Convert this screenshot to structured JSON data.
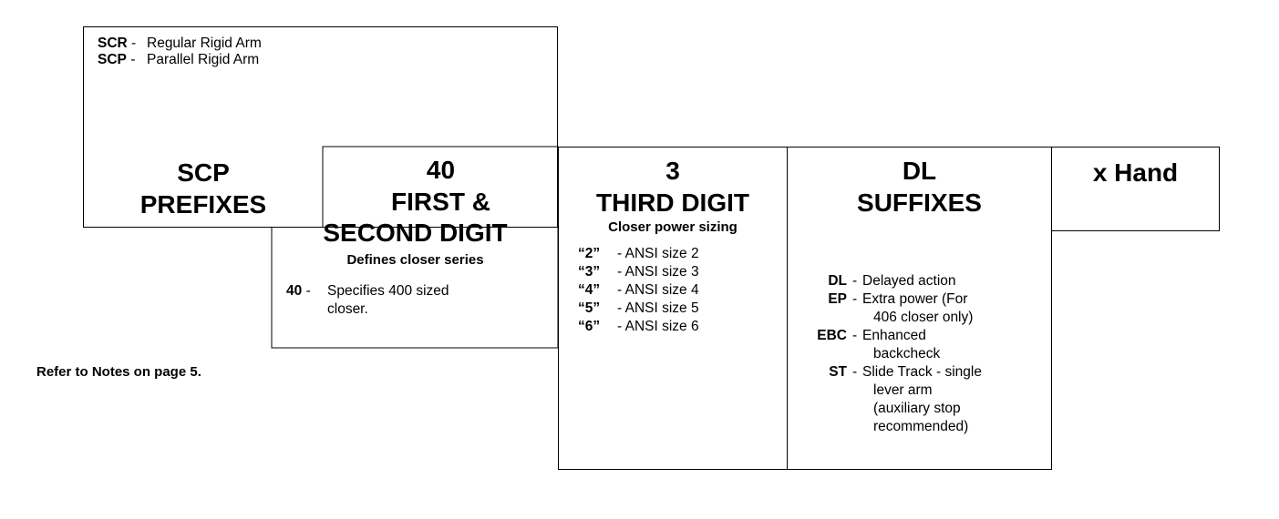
{
  "prefix_box": {
    "items": [
      {
        "code": "SCR",
        "desc": "Regular Rigid Arm"
      },
      {
        "code": "SCP",
        "desc": "Parallel Rigid Arm"
      }
    ],
    "value": "SCP",
    "label": "PREFIXES"
  },
  "digits_box": {
    "value": "40",
    "label1": "FIRST &",
    "label2": "SECOND DIGIT",
    "subtitle": "Defines closer series",
    "code": "40",
    "desc1": "Specifies 400 sized",
    "desc2": "closer."
  },
  "third_box": {
    "value": "3",
    "label": "THIRD DIGIT",
    "subtitle": "Closer power sizing",
    "items": [
      {
        "code": "“2”",
        "desc": "ANSI size 2"
      },
      {
        "code": "“3”",
        "desc": "ANSI size 3"
      },
      {
        "code": "“4”",
        "desc": "ANSI size 4"
      },
      {
        "code": "“5”",
        "desc": "ANSI size 5"
      },
      {
        "code": "“6”",
        "desc": "ANSI size 6"
      }
    ]
  },
  "suffix_box": {
    "value": "DL",
    "label": "SUFFIXES",
    "items": [
      {
        "code": "DL",
        "lines": [
          "Delayed action"
        ]
      },
      {
        "code": "EP",
        "lines": [
          "Extra power (For",
          "406 closer only)"
        ]
      },
      {
        "code": "EBC",
        "lines": [
          "Enhanced",
          "backcheck"
        ]
      },
      {
        "code": "ST",
        "lines": [
          "Slide Track - single",
          "lever arm",
          "(auxiliary stop",
          "recommended)"
        ]
      }
    ]
  },
  "hand_box": {
    "label": "x Hand"
  },
  "note": "Refer to Notes on page 5.",
  "separator": "-"
}
